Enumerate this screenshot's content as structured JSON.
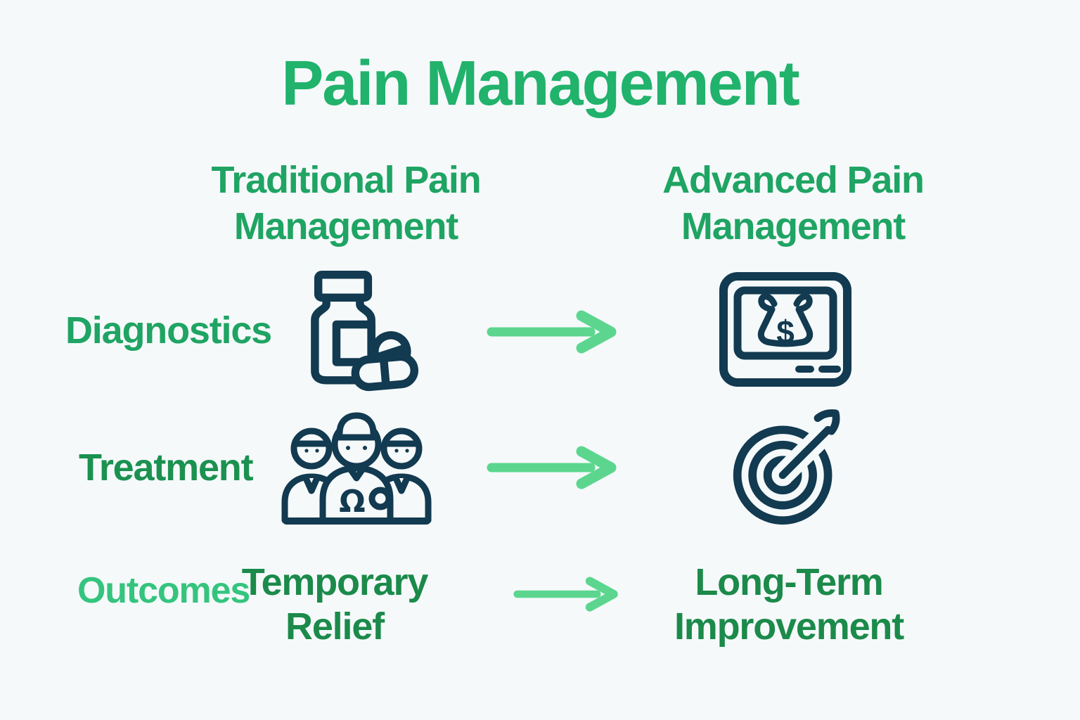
{
  "title": "Pain Management",
  "columns": {
    "left_header": "Traditional Pain Management",
    "right_header": "Advanced Pain Management"
  },
  "rows": [
    {
      "label": "Diagnostics",
      "left_icon": "pill-bottle-icon",
      "right_icon": "cost-scanner-monitor-icon"
    },
    {
      "label": "Treatment",
      "left_icon": "medical-team-icon",
      "right_icon": "target-with-dart-icon"
    },
    {
      "label": "Outcomes",
      "left_text": "Temporary Relief",
      "right_text": "Long-Term Improvement"
    }
  ],
  "icons": {
    "dollar_symbol": "$",
    "stethoscope_symbol": "Ω"
  },
  "colors": {
    "bg": "#f5f9fa",
    "title-green": "#21b26c",
    "header-green": "#1fa463",
    "label-green": "#1fa463",
    "treatment-green": "#1b9150",
    "outcomes-mint": "#35c47e",
    "outcome-green": "#1b8a4a",
    "arrow-green": "#5cd68e",
    "icon-navy": "#123a50"
  }
}
